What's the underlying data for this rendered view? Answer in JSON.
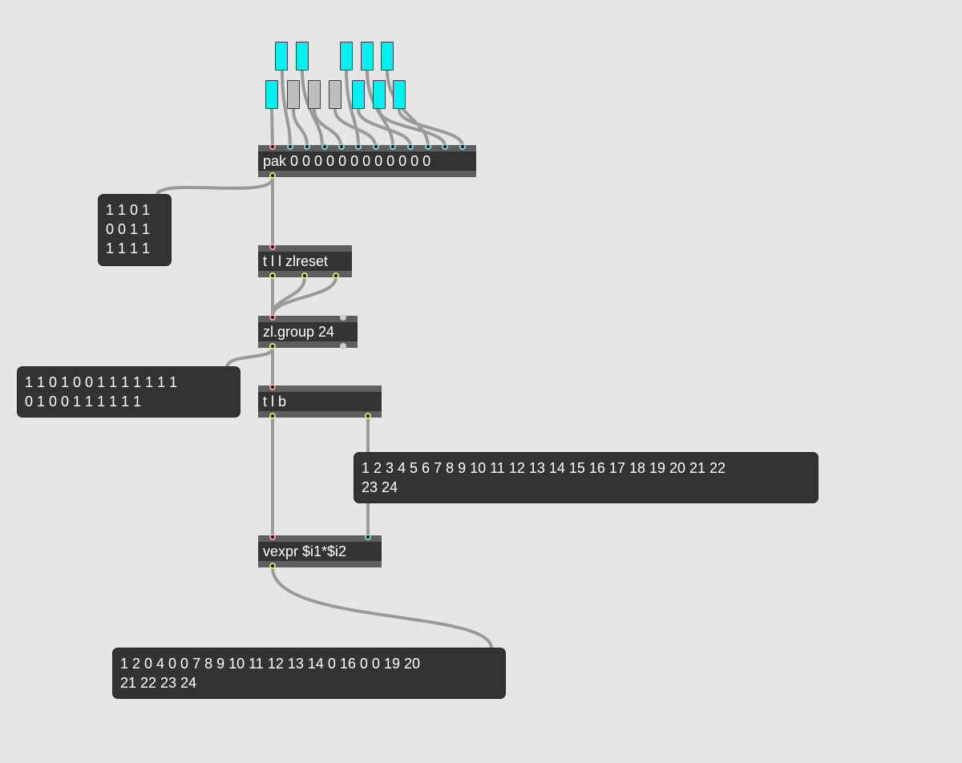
{
  "patcher": {
    "toggles_top_row": [
      true,
      true,
      true,
      true,
      true
    ],
    "toggles_bottom_row": [
      true,
      false,
      false,
      false,
      true,
      true,
      true
    ],
    "objects": {
      "pak": "pak 0 0 0 0 0 0 0 0 0 0 0 0",
      "trigger_reset": "t l l zlreset",
      "zl_group": "zl.group 24",
      "trigger_lb": "t l b",
      "vexpr": "vexpr $i1*$i2"
    },
    "messages": {
      "pattern_grid": "1 1 0 1\n0 0 1 1\n1 1 1 1",
      "grouped_list": "1 1 0 1 0 0 1 1 1 1 1 1 1\n0 1 0 0 1 1 1 1 1 1",
      "index_list": "1 2 3 4 5 6 7 8 9 10 11 12 13 14 15 16 17 18 19 20 21 22\n23 24",
      "result_list": "1 2 0 4 0 0 7 8 9 10 11 12 13 14 0 16 0 0 19 20\n21 22 23 24"
    },
    "colors": {
      "toggle_on": "#00f0f0",
      "toggle_off": "#bdbdbd",
      "object_bg": "#333333",
      "patch_bg": "#e6e6e6",
      "cord": "#9a9a9a"
    }
  }
}
